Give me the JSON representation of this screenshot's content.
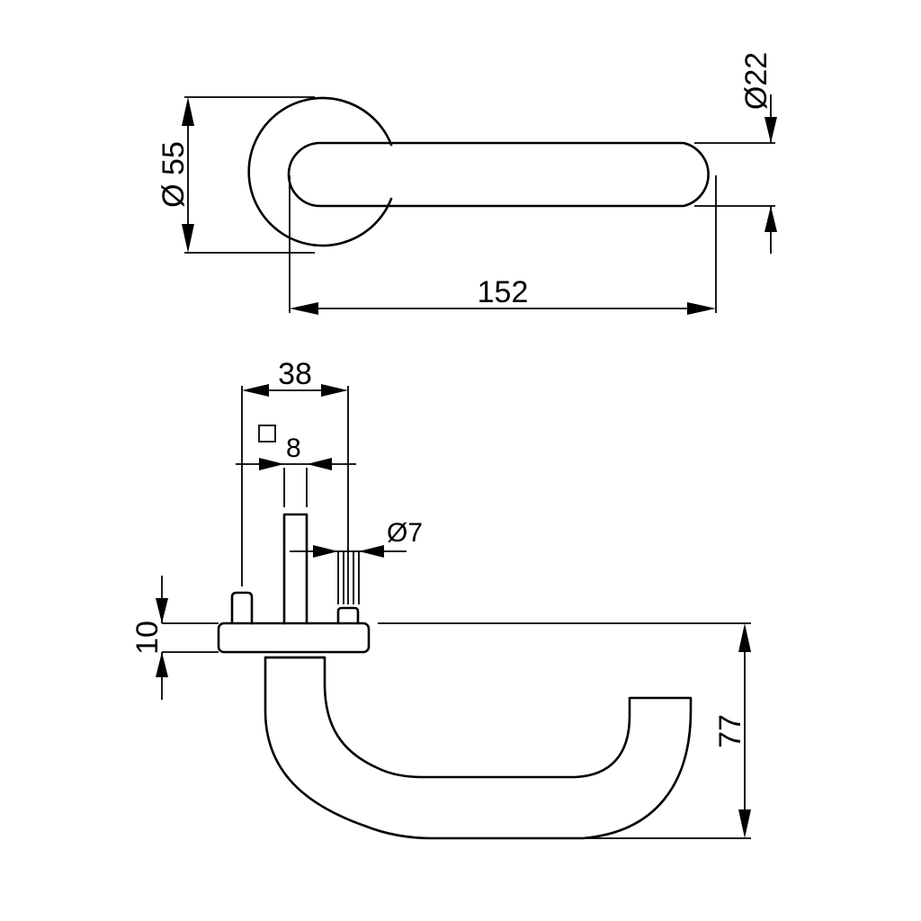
{
  "drawing": {
    "top_view": {
      "rose_diameter": "Ø 55",
      "handle_diameter": "Ø22",
      "handle_length": "152"
    },
    "side_view": {
      "spindle_span": "38",
      "square_spindle": "8",
      "screw_diameter": "Ø7",
      "rose_height": "10",
      "projection": "77"
    }
  }
}
